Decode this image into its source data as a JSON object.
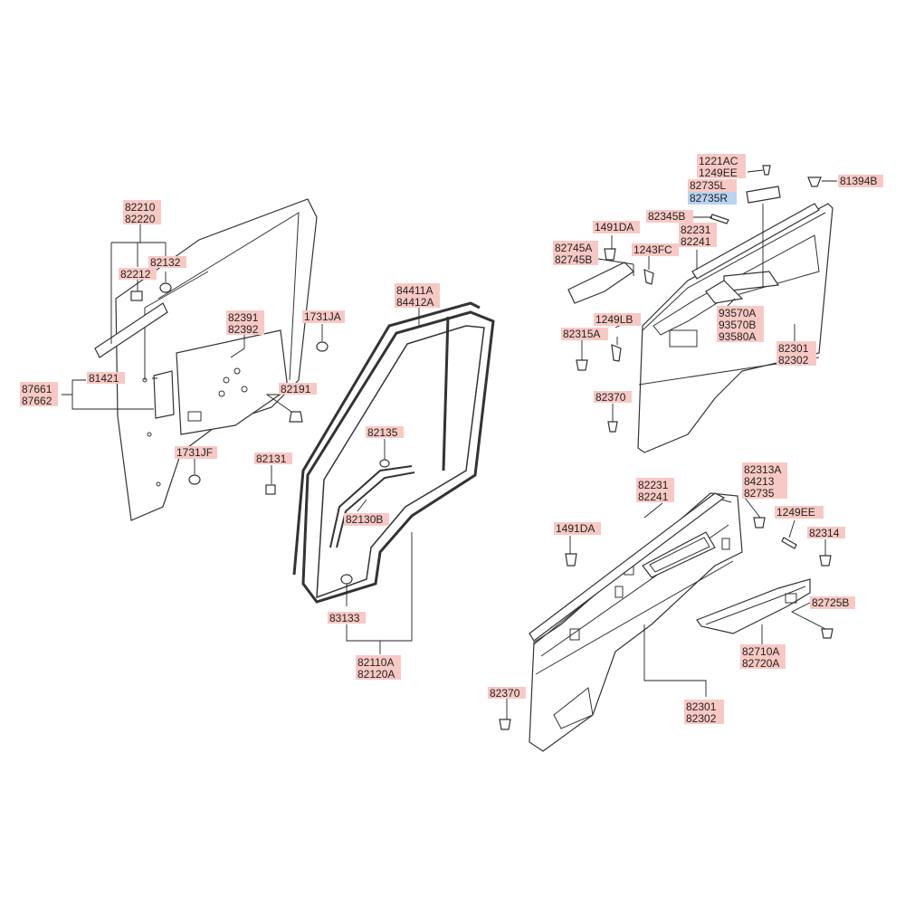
{
  "labels": {
    "l82210": "82210",
    "l82220": "82220",
    "l82212": "82212",
    "l82132": "82132",
    "l82391": "82391",
    "l82392": "82392",
    "l1731JA": "1731JA",
    "l84411A": "84411A",
    "l84412A": "84412A",
    "l87661": "87661",
    "l87662": "87662",
    "l81421": "81421",
    "l82191": "82191",
    "l82135": "82135",
    "l1731JF": "1731JF",
    "l82131": "82131",
    "l82130B": "82130B",
    "l83133": "83133",
    "l82110A": "82110A",
    "l82120A": "82120A",
    "l1221AC": "1221AC",
    "l1249EE_a": "1249EE",
    "l81394B": "81394B",
    "l82735L": "82735L",
    "l82735R": "82735R",
    "l82345B": "82345B",
    "l1491DA_a": "1491DA",
    "l82231_a": "82231",
    "l82241_a": "82241",
    "l82745A": "82745A",
    "l82745B": "82745B",
    "l1243FC": "1243FC",
    "l93570A": "93570A",
    "l93570B": "93570B",
    "l93580A": "93580A",
    "l1249LB": "1249LB",
    "l82315A": "82315A",
    "l82301_a": "82301",
    "l82302_a": "82302",
    "l82370_a": "82370",
    "l82231_b": "82231",
    "l82241_b": "82241",
    "l82313A": "82313A",
    "l84213": "84213",
    "l82735": "82735",
    "l1491DA_b": "1491DA",
    "l1249EE_b": "1249EE",
    "l82314": "82314",
    "l82725B": "82725B",
    "l82710A": "82710A",
    "l82720A": "82720A",
    "l82370_b": "82370",
    "l82301_b": "82301",
    "l82302_b": "82302"
  },
  "colors": {
    "label_bg": "#f8c9c4",
    "label_bg_selected": "#b9d3f0",
    "line": "#333333"
  }
}
